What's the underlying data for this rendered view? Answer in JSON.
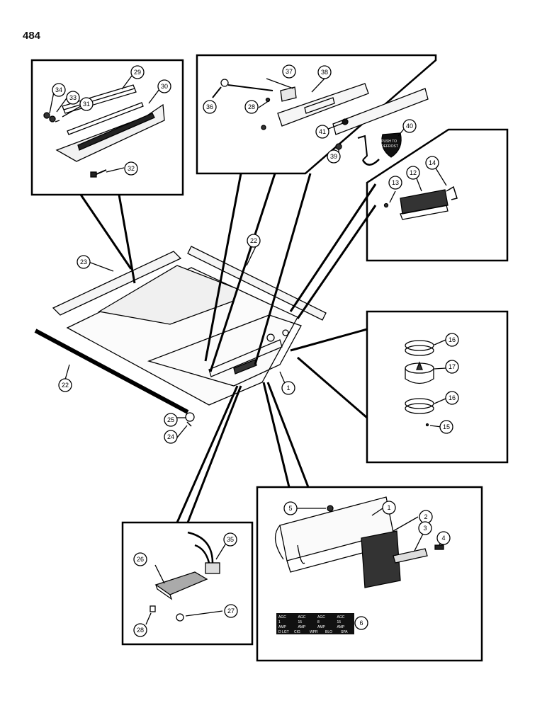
{
  "page": {
    "number": "484"
  },
  "callouts": {
    "c1a": "1",
    "c1b": "1",
    "c2": "2",
    "c3": "3",
    "c4": "4",
    "c5": "5",
    "c6": "6",
    "c12": "12",
    "c13": "13",
    "c14": "14",
    "c15": "15",
    "c16a": "16",
    "c16b": "16",
    "c17": "17",
    "c22a": "22",
    "c22b": "22",
    "c23": "23",
    "c24": "24",
    "c25": "25",
    "c26": "26",
    "c27": "27",
    "c28a": "28",
    "c28b": "28",
    "c29": "29",
    "c30": "30",
    "c31": "31",
    "c32": "32",
    "c33": "33",
    "c34": "34",
    "c35": "35",
    "c36": "36",
    "c37": "37",
    "c38": "38",
    "c39": "39",
    "c40": "40",
    "c41": "41"
  },
  "defrost_label": {
    "line1": "PUSH TO",
    "line2": "DEFROST"
  },
  "fuse_label": {
    "row1": [
      "AGC",
      "AGC",
      "AGC",
      "AGC"
    ],
    "row2": [
      "1",
      "15",
      "8",
      "15"
    ],
    "row3": [
      "AMP",
      "AMP",
      "AMP",
      "AMP"
    ],
    "row4": [
      "D LGT",
      "CIG",
      "WPR",
      "BLO",
      "SPA"
    ]
  }
}
